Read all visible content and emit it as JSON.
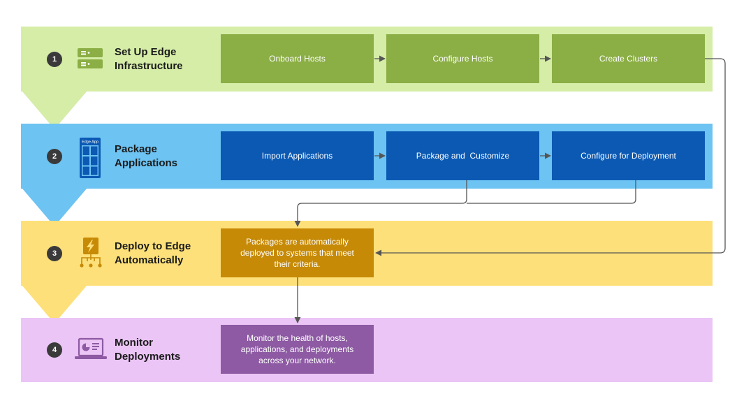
{
  "stages": [
    {
      "number": "1",
      "title": "Set Up Edge Infrastructure",
      "icon": "server-rack-icon",
      "band_color": "#d5eda7",
      "box_color": "#8bae45",
      "steps": [
        "Onboard Hosts",
        "Configure Hosts",
        "Create Clusters"
      ]
    },
    {
      "number": "2",
      "title": "Package Applications",
      "icon": "edge-app-grid-icon",
      "icon_label": "Edge App",
      "band_color": "#6dc3f2",
      "box_color": "#0b59b3",
      "steps": [
        "Import Applications",
        "Package and  Customize",
        "Configure for Deployment"
      ]
    },
    {
      "number": "3",
      "title": "Deploy to Edge Automatically",
      "icon": "lightning-network-icon",
      "band_color": "#fde07a",
      "box_color": "#c68a06",
      "steps": [
        "Packages are automatically deployed to systems that meet their criteria."
      ]
    },
    {
      "number": "4",
      "title": "Monitor Deployments",
      "icon": "laptop-dashboard-icon",
      "band_color": "#ebc5f5",
      "box_color": "#8d5aa3",
      "steps": [
        "Monitor the health of hosts, applications, and deployments across your network."
      ]
    }
  ],
  "colors": {
    "connector": "#555555",
    "number_badge": "#3a3a3a"
  }
}
